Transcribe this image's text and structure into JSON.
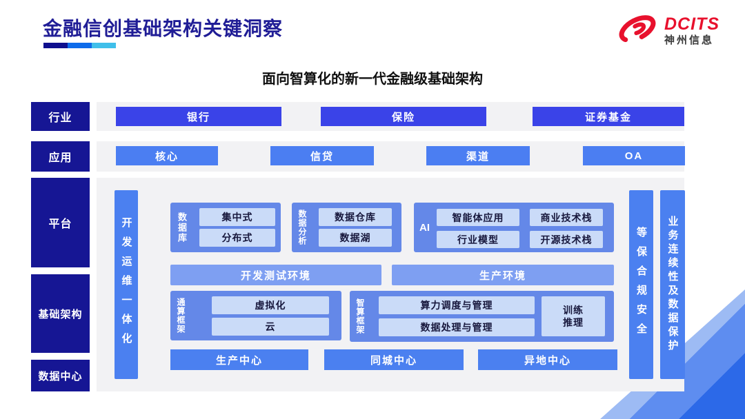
{
  "header": {
    "title": "金融信创基础架构关键洞察",
    "logo": {
      "brand": "DCITS",
      "company": "神州信息"
    },
    "subtitle": "面向智算化的新一代金融级基础架构"
  },
  "sidebar": {
    "industry": "行业",
    "application": "应用",
    "platform": "平台",
    "infrastructure": "基础架构",
    "datacenter": "数据中心"
  },
  "industry_row": {
    "items": [
      "银行",
      "保险",
      "证券基金"
    ]
  },
  "application_row": {
    "items": [
      "核心",
      "信贷",
      "渠道",
      "OA"
    ]
  },
  "platform": {
    "devops_bar": "开发运维一体化",
    "database_group": {
      "label": "数据库",
      "items": [
        "集中式",
        "分布式"
      ]
    },
    "analytics_group": {
      "label": "数据分析",
      "items": [
        "数据仓库",
        "数据湖"
      ]
    },
    "ai_group": {
      "label": "AI",
      "items": [
        "智能体应用",
        "商业技术栈",
        "行业模型",
        "开源技术栈"
      ]
    },
    "environments": [
      "开发测试环境",
      "生产环境"
    ],
    "general_compute_group": {
      "label": "通算框架",
      "items": [
        "虚拟化",
        "云"
      ]
    },
    "intelligent_compute_group": {
      "label": "智算框架",
      "items": [
        "算力调度与管理",
        "数据处理与管理"
      ],
      "side_box": [
        "训练",
        "推理"
      ]
    },
    "centers": [
      "生产中心",
      "同城中心",
      "异地中心"
    ],
    "security_bar": "等保合规安全",
    "continuity_bar": "业务连续性及数据保护"
  },
  "colors": {
    "navy_label": "#161694",
    "indigo_button": "#3a43e8",
    "azure_button": "#4b7ef2",
    "bar_blue": "#4b80f0",
    "group_blue": "#6488e8",
    "cell_light_blue": "#cadbf8",
    "env_blue": "#7e9ff2",
    "title_navy": "#201d96",
    "brand_red": "#e8112d"
  }
}
